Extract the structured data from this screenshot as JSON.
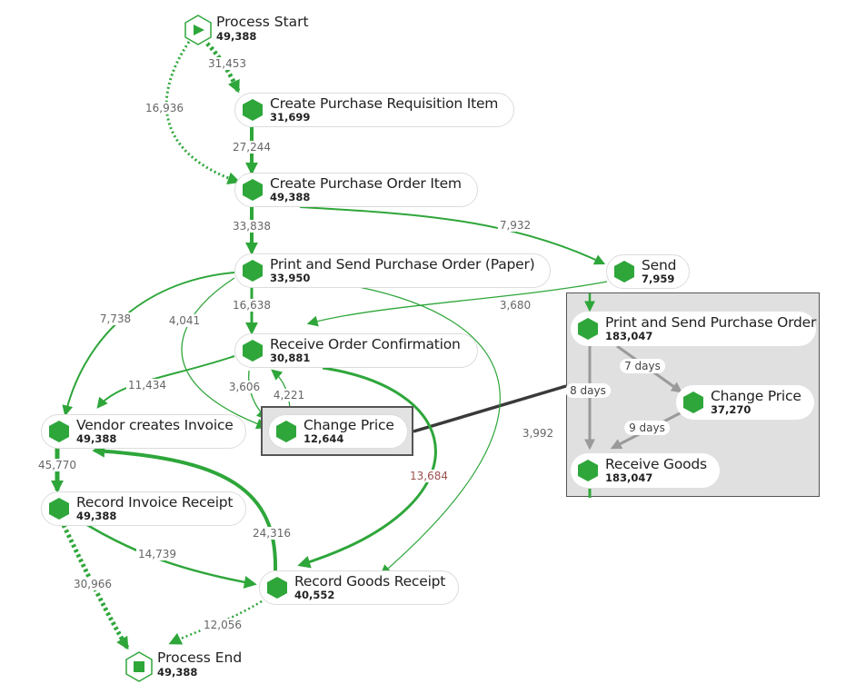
{
  "colors": {
    "accent": "#2ea63a",
    "edge_gray": "#9a9a9a",
    "connector": "#3a3a3a",
    "highlight_bg": "#e2e2e2"
  },
  "nodes": {
    "process_start": {
      "label": "Process Start",
      "count": "49,388",
      "icon": "play-hexagon-icon"
    },
    "create_pr_item": {
      "label": "Create Purchase Requisition Item",
      "count": "31,699",
      "icon": "hexagon-icon"
    },
    "create_po_item": {
      "label": "Create Purchase Order Item",
      "count": "49,388",
      "icon": "hexagon-icon"
    },
    "print_send_po_paper": {
      "label": "Print and Send Purchase Order (Paper)",
      "count": "33,950",
      "icon": "hexagon-icon"
    },
    "send": {
      "label": "Send",
      "count": "7,959",
      "icon": "hexagon-icon"
    },
    "receive_order_conf": {
      "label": "Receive Order Confirmation",
      "count": "30,881",
      "icon": "hexagon-icon"
    },
    "vendor_creates_invoice": {
      "label": "Vendor creates Invoice",
      "count": "49,388",
      "icon": "hexagon-icon"
    },
    "change_price": {
      "label": "Change Price",
      "count": "12,644",
      "icon": "hexagon-icon"
    },
    "record_invoice_receipt": {
      "label": "Record Invoice Receipt",
      "count": "49,388",
      "icon": "hexagon-icon"
    },
    "record_goods_receipt": {
      "label": "Record Goods Receipt",
      "count": "40,552",
      "icon": "hexagon-icon"
    },
    "process_end": {
      "label": "Process End",
      "count": "49,388",
      "icon": "stop-hexagon-icon"
    }
  },
  "edges": [
    {
      "from": "process_start",
      "to": "create_pr_item",
      "label": "31,453",
      "style": "dotted"
    },
    {
      "from": "process_start",
      "to": "create_po_item",
      "label": "16,936",
      "style": "dotted"
    },
    {
      "from": "create_pr_item",
      "to": "create_po_item",
      "label": "27,244",
      "style": "solid"
    },
    {
      "from": "create_po_item",
      "to": "print_send_po_paper",
      "label": "33,838",
      "style": "solid"
    },
    {
      "from": "create_po_item",
      "to": "send",
      "label": "7,932",
      "style": "solid"
    },
    {
      "from": "print_send_po_paper",
      "to": "receive_order_conf",
      "label": "16,638",
      "style": "solid"
    },
    {
      "from": "print_send_po_paper",
      "to": "vendor_creates_invoice",
      "label": "7,738",
      "style": "solid"
    },
    {
      "from": "print_send_po_paper",
      "to": "change_price",
      "label": "4,041",
      "style": "solid"
    },
    {
      "from": "print_send_po_paper",
      "to": "record_goods_receipt",
      "label": "3,992",
      "style": "solid"
    },
    {
      "from": "send",
      "to": "receive_order_conf",
      "label": "3,680",
      "style": "solid"
    },
    {
      "from": "receive_order_conf",
      "to": "vendor_creates_invoice",
      "label": "11,434",
      "style": "solid"
    },
    {
      "from": "receive_order_conf",
      "to": "change_price",
      "label": "3,606",
      "style": "solid"
    },
    {
      "from": "change_price",
      "to": "receive_order_conf",
      "label": "4,221",
      "style": "solid"
    },
    {
      "from": "receive_order_conf",
      "to": "record_goods_receipt",
      "label": "13,684",
      "style": "solid"
    },
    {
      "from": "vendor_creates_invoice",
      "to": "record_invoice_receipt",
      "label": "45,770",
      "style": "solid"
    },
    {
      "from": "record_goods_receipt",
      "to": "vendor_creates_invoice",
      "label": "24,316",
      "style": "solid"
    },
    {
      "from": "record_invoice_receipt",
      "to": "record_goods_receipt",
      "label": "14,739",
      "style": "solid"
    },
    {
      "from": "record_invoice_receipt",
      "to": "process_end",
      "label": "30,966",
      "style": "dotted"
    },
    {
      "from": "record_goods_receipt",
      "to": "process_end",
      "label": "12,056",
      "style": "dotted"
    }
  ],
  "detail_panel": {
    "nodes": {
      "print_send_po": {
        "label": "Print and Send Purchase Order",
        "count": "183,047",
        "icon": "hexagon-icon"
      },
      "change_price": {
        "label": "Change Price",
        "count": "37,270",
        "icon": "hexagon-icon"
      },
      "receive_goods": {
        "label": "Receive Goods",
        "count": "183,047",
        "icon": "hexagon-icon"
      }
    },
    "edges": [
      {
        "from": "print_send_po",
        "to": "change_price",
        "label": "7 days"
      },
      {
        "from": "print_send_po",
        "to": "receive_goods",
        "label": "8 days"
      },
      {
        "from": "change_price",
        "to": "receive_goods",
        "label": "9 days"
      }
    ]
  }
}
